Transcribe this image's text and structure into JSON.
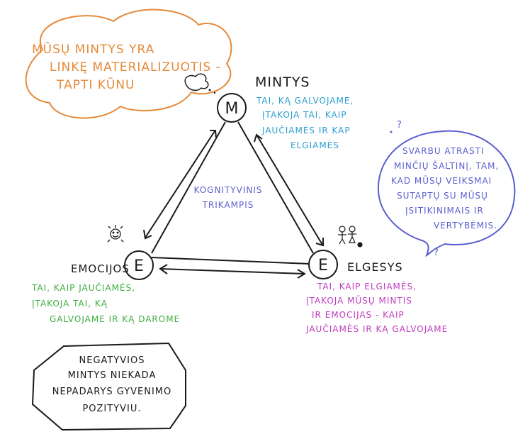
{
  "thought_bubble": {
    "lines": [
      "MŪSŲ MINTYS YRA",
      "LINKĘ MATERIALIZUOTIS -",
      "TAPTI KŪNU"
    ]
  },
  "node_m": {
    "letter": "M",
    "title": "MINTYS",
    "desc": [
      "TAI, KĄ GALVOJAME,",
      "ĮTAKOJA TAI, KAIP",
      "JAUČIAMĖS IR KAP",
      "ELGIAMĖS"
    ]
  },
  "node_emotions": {
    "letter": "E",
    "title": "EMOCIJOS",
    "desc": [
      "TAI, KAIP JAUČIAMĖS,",
      "ĮTAKOJA TAI, KĄ",
      "GALVOJAME IR KĄ DAROME"
    ]
  },
  "node_behavior": {
    "letter": "E",
    "title": "ELGESYS",
    "desc": [
      "TAI, KAIP ELGIAMĖS,",
      "ĮTAKOJA MŪSŲ MINTIS",
      "IR EMOCIJAS - KAIP",
      "JAUČIAMĖS IR KĄ GALVOJAME"
    ]
  },
  "center_label": [
    "KOGNITYVINIS",
    "TRIKAMPIS"
  ],
  "speech_bubble": {
    "lines": [
      "SVARBU ATRASTI",
      "MINČIŲ ŠALTINĮ, TAM,",
      "KAD MŪSŲ VEIKSMAI",
      "SUTAPTŲ SU MŪSŲ",
      "ĮSITIKINIMAIS IR",
      "VERTYBĖMIS."
    ]
  },
  "box_note": {
    "lines": [
      "NEGATYVIOS",
      "MINTYS NIEKADA",
      "NEPADARYS GYVENIMO",
      "POZITYVIU."
    ]
  },
  "marks": {
    "question": "?"
  },
  "colors": {
    "ink": "#1a1a1a",
    "orange": "#e58a3a",
    "cyan": "#2a9fd0",
    "purple": "#5a5fd0",
    "green": "#3fae3f",
    "magenta": "#c03cc0"
  }
}
